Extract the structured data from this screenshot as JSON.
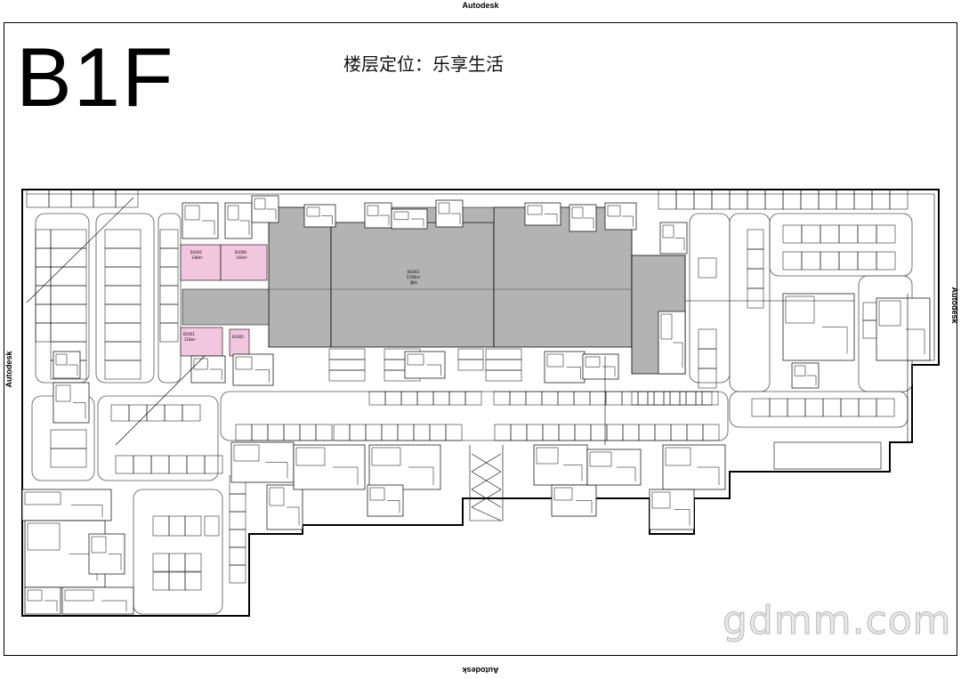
{
  "watermarks": {
    "top": "Autodesk",
    "bottom": "Autodesk",
    "left": "Autodesk",
    "right": "Autodesk"
  },
  "header": {
    "floor_label": "B1F",
    "positioning": "楼层定位：乐享生活"
  },
  "site_mark": "gdmm.com",
  "colors": {
    "anchor_store_gray": "#b3b3b3",
    "shop_pink": "#f2c6df",
    "line": "#000000",
    "background": "#ffffff"
  },
  "units": [
    {
      "id": "B1003",
      "area": "5700m²",
      "note": "超市"
    },
    {
      "id": "B1002",
      "area": "138m²"
    },
    {
      "id": "B1006",
      "area": "140m²"
    },
    {
      "id": "B1001",
      "area": "118m²"
    },
    {
      "id": "B1005",
      "area": ""
    }
  ]
}
